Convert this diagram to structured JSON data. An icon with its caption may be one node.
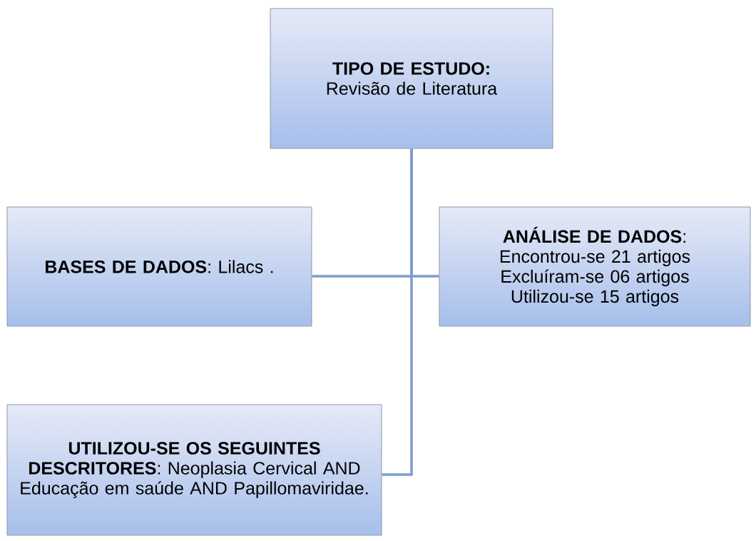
{
  "diagram": {
    "nodes": [
      {
        "text": [
          "TIPO DE ESTUDO:",
          "Revisão de Literatura"
        ]
      },
      {
        "text": [
          "**BASES DE DADOS**: Lilacs ."
        ]
      },
      {
        "text": [
          "**ANÁLISE DE DADOS**:",
          "Encontrou-se 21 artigos",
          "Excluíram-se  06 artigos",
          "Utilizou-se 15 artigos"
        ]
      },
      {
        "text": [
          "**UTILIZOU-SE OS SEGUINTES DESCRITORES**: Neoplasia Cervical AND Educação em saúde AND Papillomaviridae."
        ]
      }
    ],
    "edges": [
      {
        "from": 0,
        "to": 1,
        "arrow": "none"
      },
      {
        "from": 0,
        "to": 2,
        "arrow": "none"
      },
      {
        "from": 0,
        "to": 3,
        "arrow": "none"
      }
    ]
  }
}
